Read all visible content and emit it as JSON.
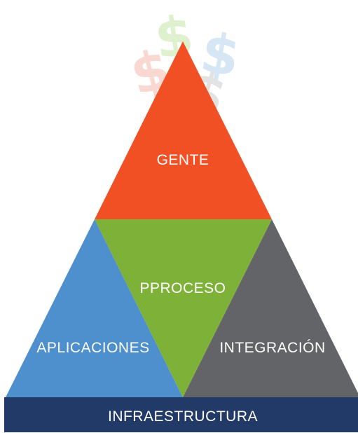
{
  "diagram": {
    "top_label": "GENTE",
    "center_label": "PPROCESO",
    "left_label": "APLICACIONES",
    "right_label": "INTEGRACIÓN",
    "base_label": "INFRAESTRUCTURA"
  },
  "decoration": {
    "symbol": "$",
    "icon_name": "dollar-sign-icon"
  },
  "colors": {
    "gente": "#f15025",
    "proceso": "#7db138",
    "aplicaciones": "#4e8fce",
    "integracion": "#636468",
    "infraestructura": "#213a67",
    "dollar_green": "#dff0cf",
    "dollar_red": "#f9d8d2",
    "dollar_blue": "#d6e6f5",
    "dollar_gray": "#e3e3e3"
  }
}
